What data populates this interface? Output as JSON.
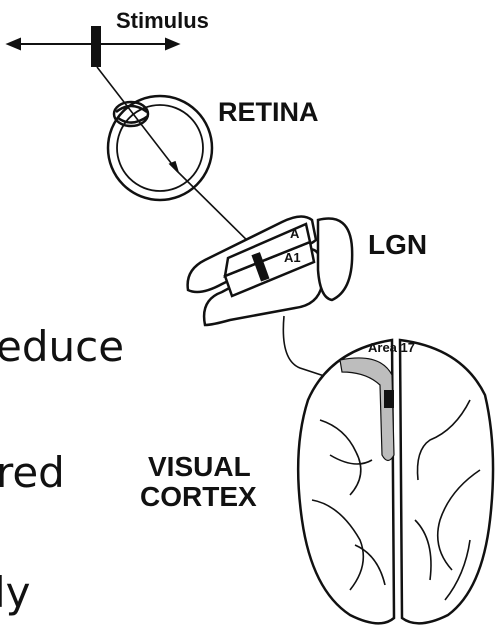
{
  "labels": {
    "stimulus": "Stimulus",
    "retina": "RETINA",
    "lgn": "LGN",
    "lgn_layer_a": "A",
    "lgn_layer_a1": "A1",
    "area17": "Area 17",
    "visual_cortex_line1": "VISUAL",
    "visual_cortex_line2": "CORTEX"
  },
  "side_text": {
    "line1": "educe",
    "line2": "red",
    "line3": "ly"
  }
}
